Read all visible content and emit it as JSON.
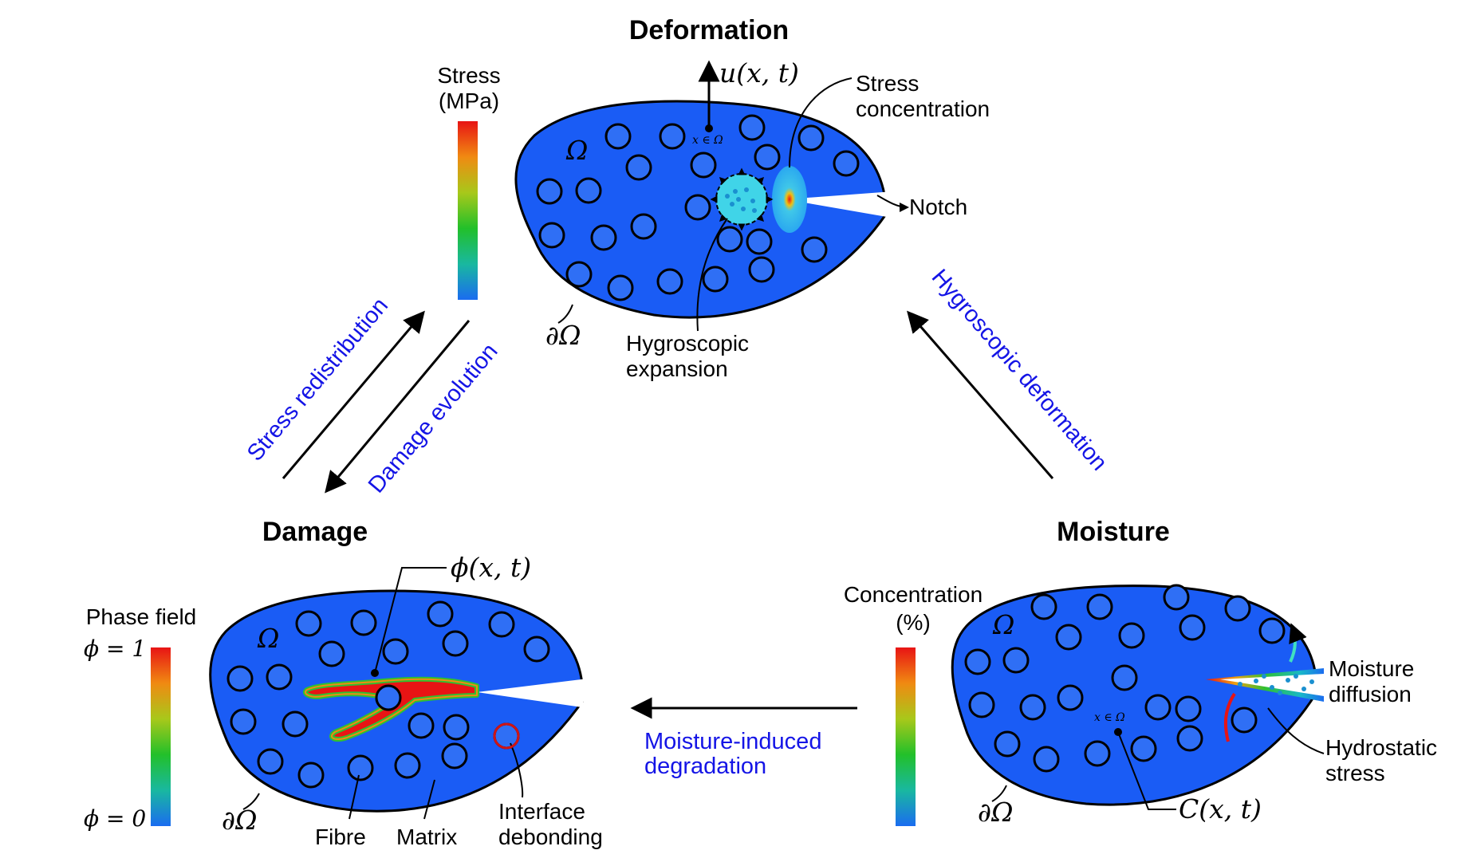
{
  "titles": {
    "deformation": "Deformation",
    "damage": "Damage",
    "moisture": "Moisture"
  },
  "deformation_panel": {
    "colorbar_title_1": "Stress",
    "colorbar_title_2": "(MPa)",
    "displacement": "u(x, t)",
    "point_label": "x ∈ Ω",
    "domain_label": "Ω",
    "boundary_label": "∂Ω",
    "stress_concentration_1": "Stress",
    "stress_concentration_2": "concentration",
    "notch": "Notch",
    "hygroscopic_expansion_1": "Hygroscopic",
    "hygroscopic_expansion_2": "expansion"
  },
  "damage_panel": {
    "colorbar_title": "Phase field",
    "phi_top": "ϕ = 1",
    "phi_bottom": "ϕ = 0",
    "phase_field": "ϕ(x, t)",
    "domain_label": "Ω",
    "boundary_label": "∂Ω",
    "fibre": "Fibre",
    "matrix": "Matrix",
    "interface_debonding_1": "Interface",
    "interface_debonding_2": "debonding"
  },
  "moisture_panel": {
    "colorbar_title_1": "Concentration",
    "colorbar_title_2": "(%)",
    "concentration": "C(x, t)",
    "point_label": "x ∈ Ω",
    "domain_label": "Ω",
    "boundary_label": "∂Ω",
    "moisture_diffusion_1": "Moisture",
    "moisture_diffusion_2": "diffusion",
    "hydrostatic_stress_1": "Hydrostatic",
    "hydrostatic_stress_2": "stress"
  },
  "couplings": {
    "stress_redistribution": "Stress redistribution",
    "damage_evolution": "Damage evolution",
    "hygroscopic_deformation": "Hygroscopic deformation",
    "moisture_induced_1": "Moisture-induced",
    "moisture_induced_2": "degradation"
  },
  "colors": {
    "domain_fill": "#1a5cf5",
    "fibre_fill": "#2f6ff5",
    "coupling_text": "#1414e6",
    "colormap": [
      "#1a6cf0",
      "#19b8a0",
      "#22c02a",
      "#a8c81a",
      "#f08a12",
      "#e81414"
    ]
  }
}
